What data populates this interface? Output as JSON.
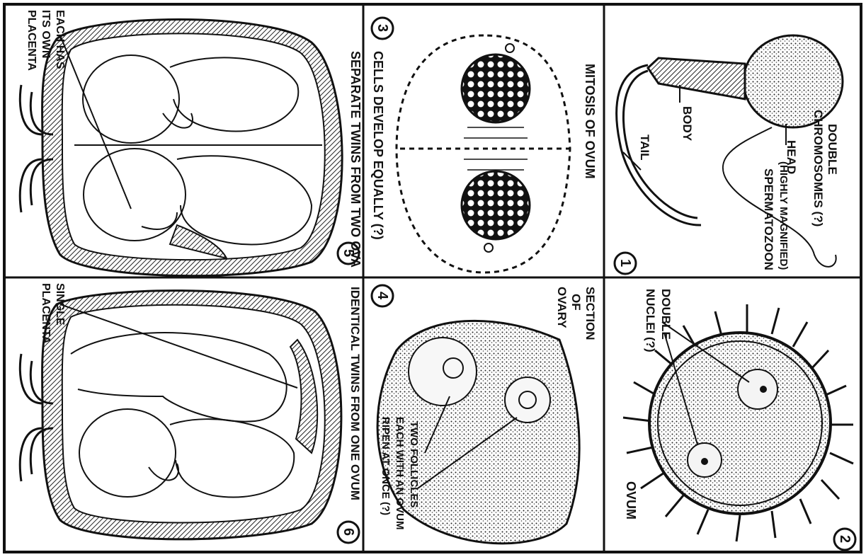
{
  "panel1": {
    "number": "1",
    "labels": {
      "double_chromosomes_1": "DOUBLE",
      "double_chromosomes_2": "CHROMOSOMES (?)",
      "head": "HEAD",
      "body": "BODY",
      "tail": "TAIL",
      "title_1": "SPERMATOZOON",
      "title_2": "(HIGHLY MAGNIFIED)"
    }
  },
  "panel2": {
    "number": "2",
    "labels": {
      "double_nuclei_1": "DOUBLE",
      "double_nuclei_2": "NUCLEI (?)",
      "ovum": "OVUM"
    }
  },
  "panel3": {
    "number": "3",
    "labels": {
      "title_1": "MITOSIS OF OVUM",
      "title_2": "CELLS DEVELOP EQUALLY (?)"
    }
  },
  "panel4": {
    "number": "4",
    "labels": {
      "section_1": "SECTION",
      "section_2": "OF",
      "section_3": "OVARY",
      "follicles_1": "TWO FOLLICLES",
      "follicles_2": "EACH WITH AN OVUM",
      "follicles_3": "RIPEN AT ONCE (?)"
    }
  },
  "panel5": {
    "number": "5",
    "labels": {
      "placenta_1": "EACH HAS",
      "placenta_2": "ITS OWN",
      "placenta_3": "PLACENTA",
      "caption": "SEPARATE TWINS FROM TWO OVA"
    }
  },
  "panel6": {
    "number": "6",
    "labels": {
      "placenta_1": "SINGLE",
      "placenta_2": "PLACENTA",
      "caption": "IDENTICAL TWINS FROM ONE OVUM"
    }
  }
}
